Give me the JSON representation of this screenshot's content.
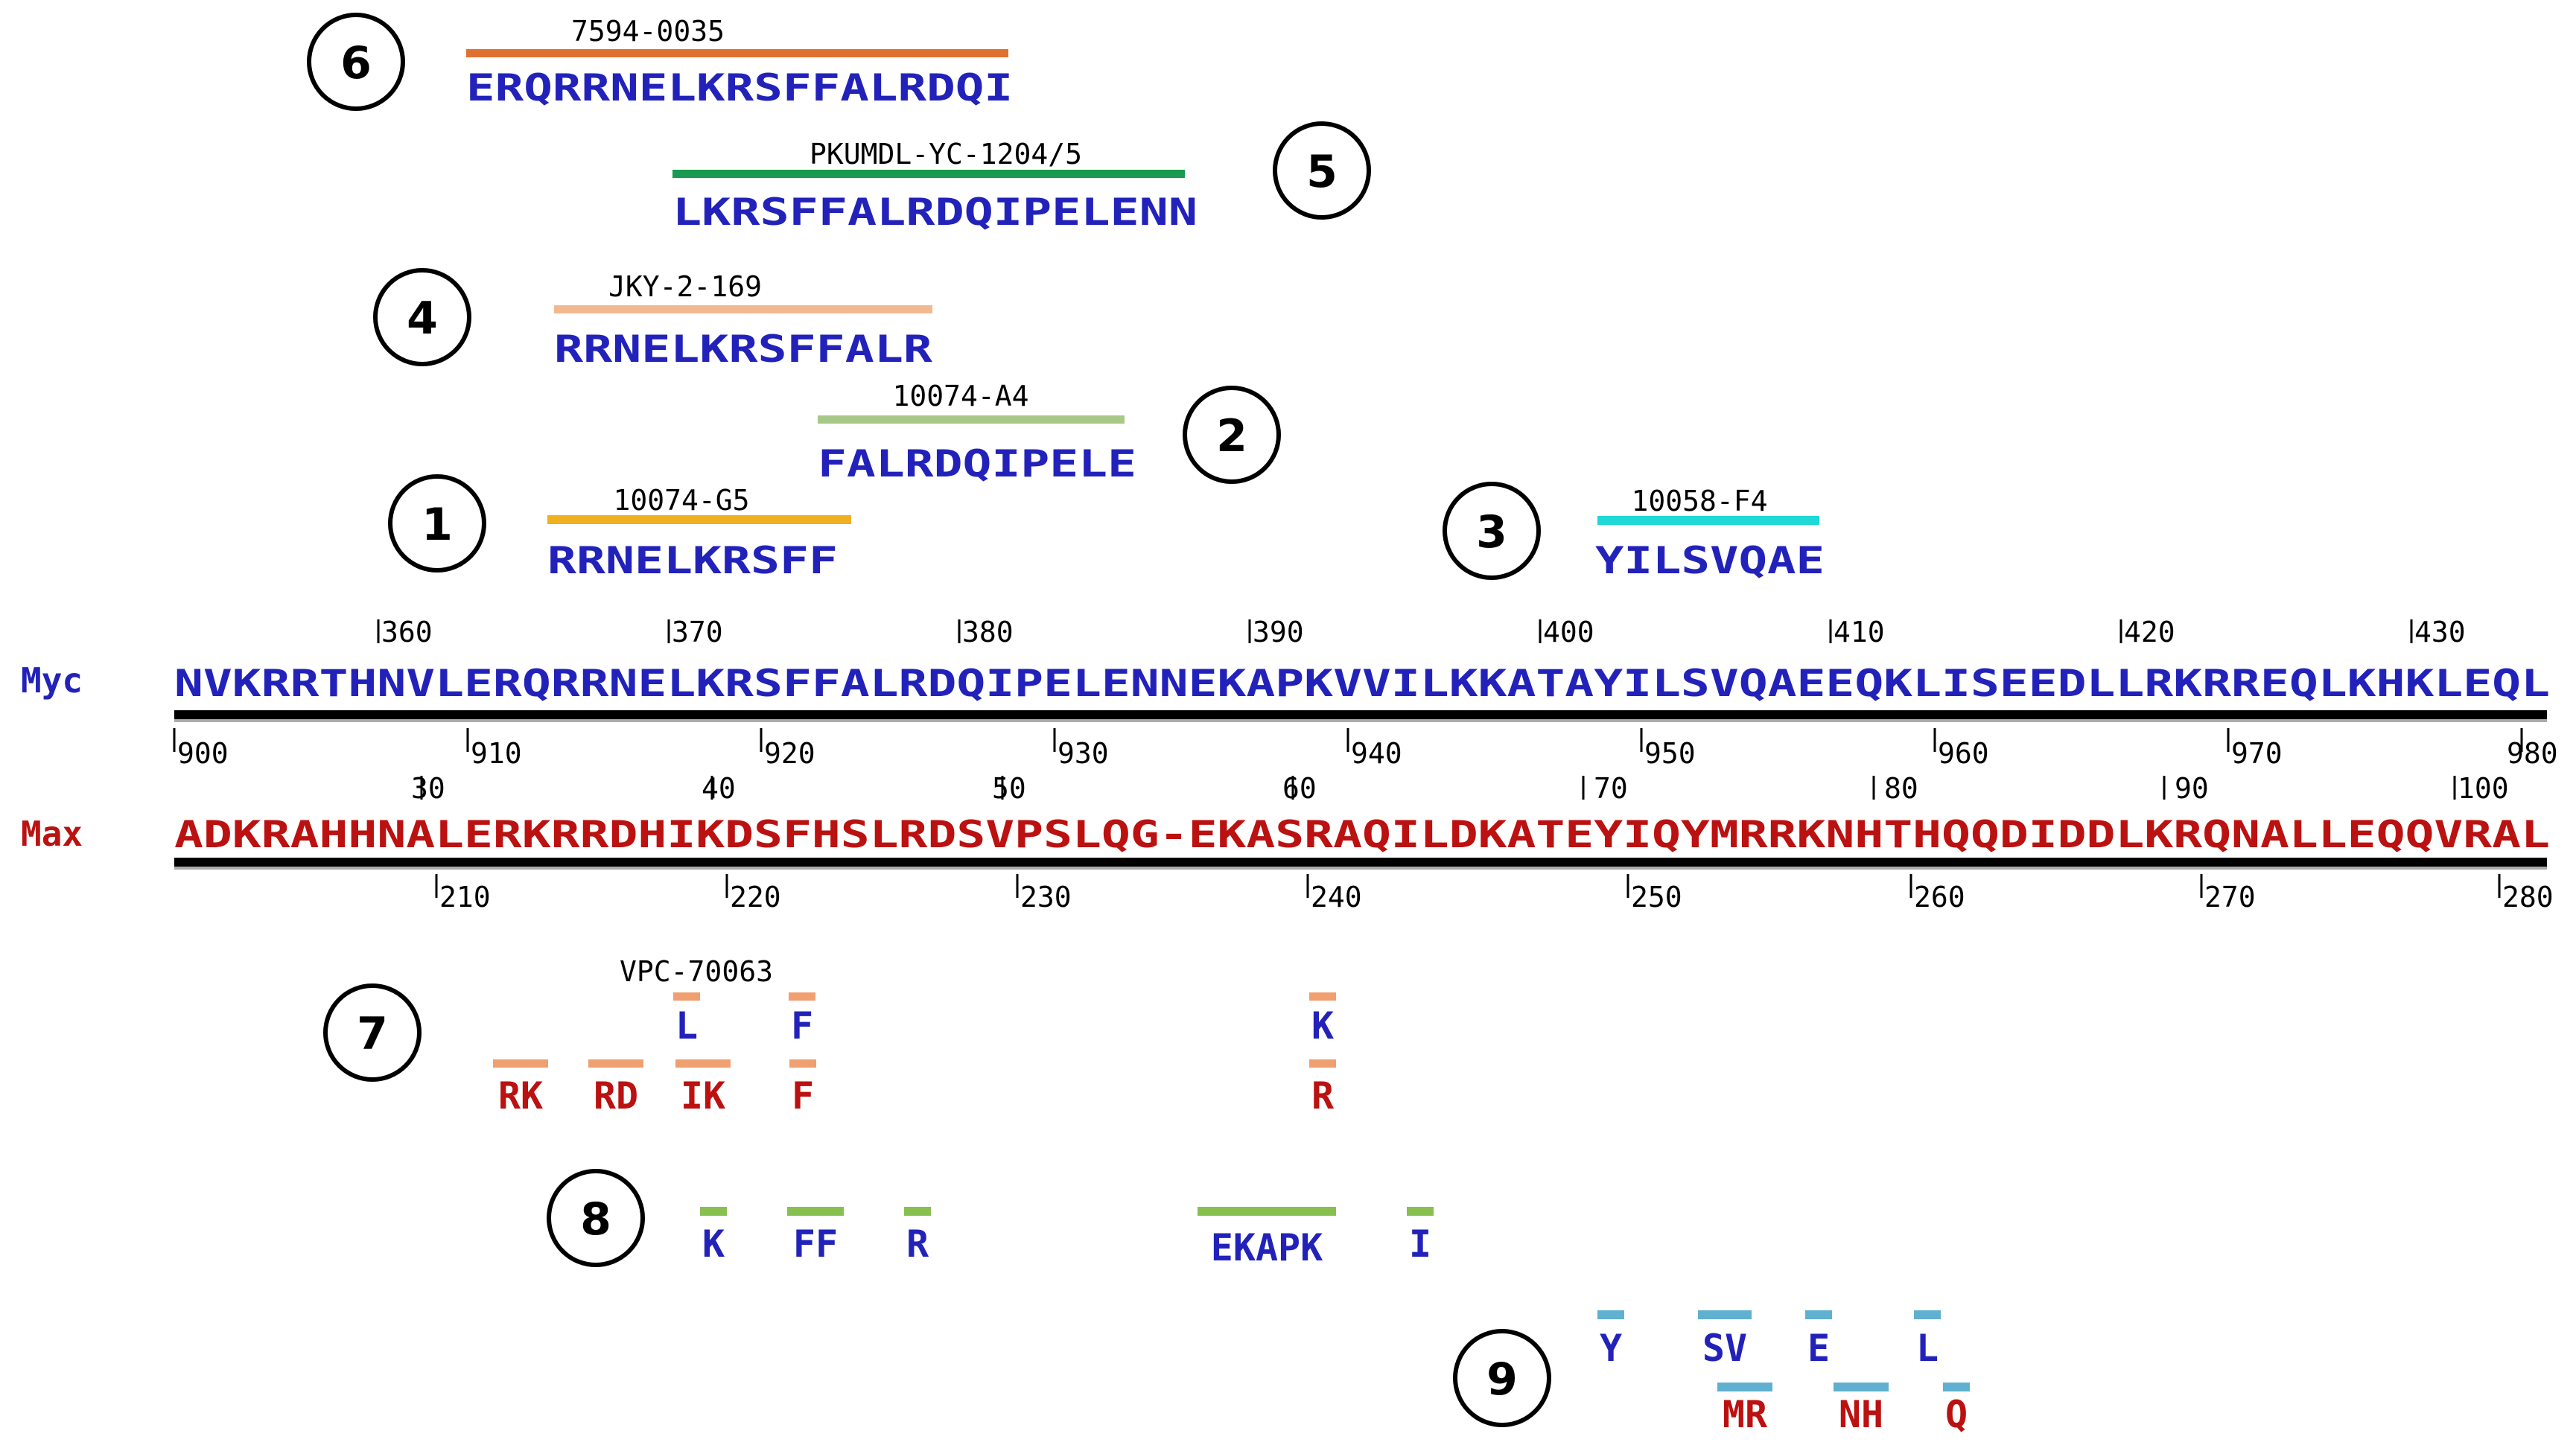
{
  "colors": {
    "myc_text": "#2222bb",
    "max_text": "#bb1111",
    "black": "#000000"
  },
  "circles": [
    "1",
    "2",
    "3",
    "4",
    "5",
    "6",
    "7",
    "8",
    "9"
  ],
  "compounds": [
    {
      "name": "7594-0035",
      "peptide": "ERQRRNELKRSFFALRDQI",
      "color": "#e07030"
    },
    {
      "name": "PKUMDL-YC-1204/5",
      "peptide": "LKRSFFALRDQIPELENN",
      "color": "#1a9a50"
    },
    {
      "name": "JKY-2-169",
      "peptide": "RRNELKRSFFALR",
      "color": "#f2b890"
    },
    {
      "name": "10074-A4",
      "peptide": "FALRDQIPELE",
      "color": "#a8c888"
    },
    {
      "name": "10074-G5",
      "peptide": "RRNELKRSFF",
      "color": "#f0b020"
    },
    {
      "name": "10058-F4",
      "peptide": "YILSVQAE",
      "color": "#20d8d8"
    }
  ],
  "myc": {
    "label": "Myc",
    "sequence": "NVKRRTHNVLERQRRNELKRSFFALRDQIPELENNEKAPKVVILKKATAYILSVQAEEQKLISEEDLLRKRREQLKHKLEQL",
    "ticks": [
      "360",
      "370",
      "380",
      "390",
      "400",
      "410",
      "420",
      "430"
    ]
  },
  "scale_middle": {
    "ticks": [
      "900",
      "910",
      "920",
      "930",
      "940",
      "950",
      "960",
      "970",
      "980"
    ]
  },
  "max": {
    "label": "Max",
    "sequence": "ADKRAHHNALERKRRDHIKDSFHSLRDSVPSLQG-EKASRAQILDKATEYIQYMRRKNHTHQQDIDDLKRQNALLEQQVRAL",
    "ticks_top": [
      "30",
      "40",
      "50",
      "60",
      "70",
      "80",
      "90",
      "100"
    ],
    "ticks_bottom": [
      "210",
      "220",
      "230",
      "240",
      "250",
      "260",
      "270",
      "280"
    ]
  },
  "vpc": {
    "name": "VPC-70063",
    "bar_color": "#f0a070",
    "myc_residues": [
      "L",
      "F",
      "K"
    ],
    "max_residues": [
      "RK",
      "RD",
      "IK",
      "F",
      "R"
    ]
  },
  "site8": {
    "bar_color": "#88c050",
    "myc_residues": [
      "K",
      "FF",
      "R",
      "EKAPK",
      "I"
    ]
  },
  "site9": {
    "bar_color": "#60b0d0",
    "myc_residues": [
      "Y",
      "SV",
      "E",
      "L"
    ],
    "max_residues": [
      "MR",
      "NH",
      "Q"
    ]
  }
}
